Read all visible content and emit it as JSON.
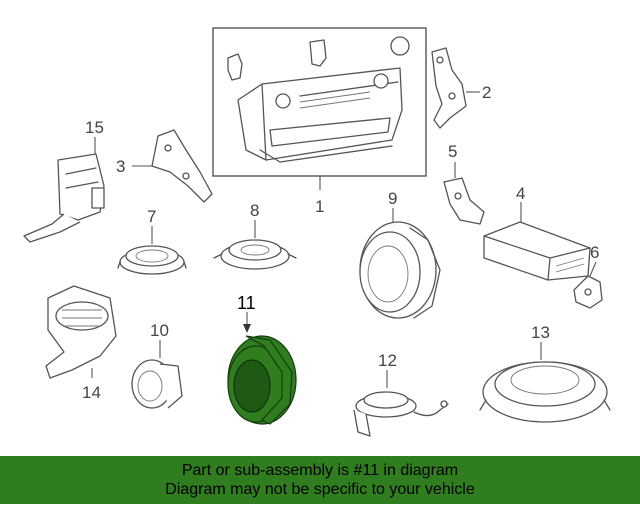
{
  "callouts": {
    "c1": "1",
    "c2": "2",
    "c3": "3",
    "c4": "4",
    "c5": "5",
    "c6": "6",
    "c7": "7",
    "c8": "8",
    "c9": "9",
    "c10": "10",
    "c11": "11",
    "c12": "12",
    "c13": "13",
    "c14": "14",
    "c15": "15"
  },
  "banner": {
    "line1": "Part or sub-assembly is #11 in diagram",
    "line2": "Diagram may not be specific to your vehicle"
  },
  "colors": {
    "highlight": "#2f7d1f",
    "banner": "#2f7d1f"
  }
}
